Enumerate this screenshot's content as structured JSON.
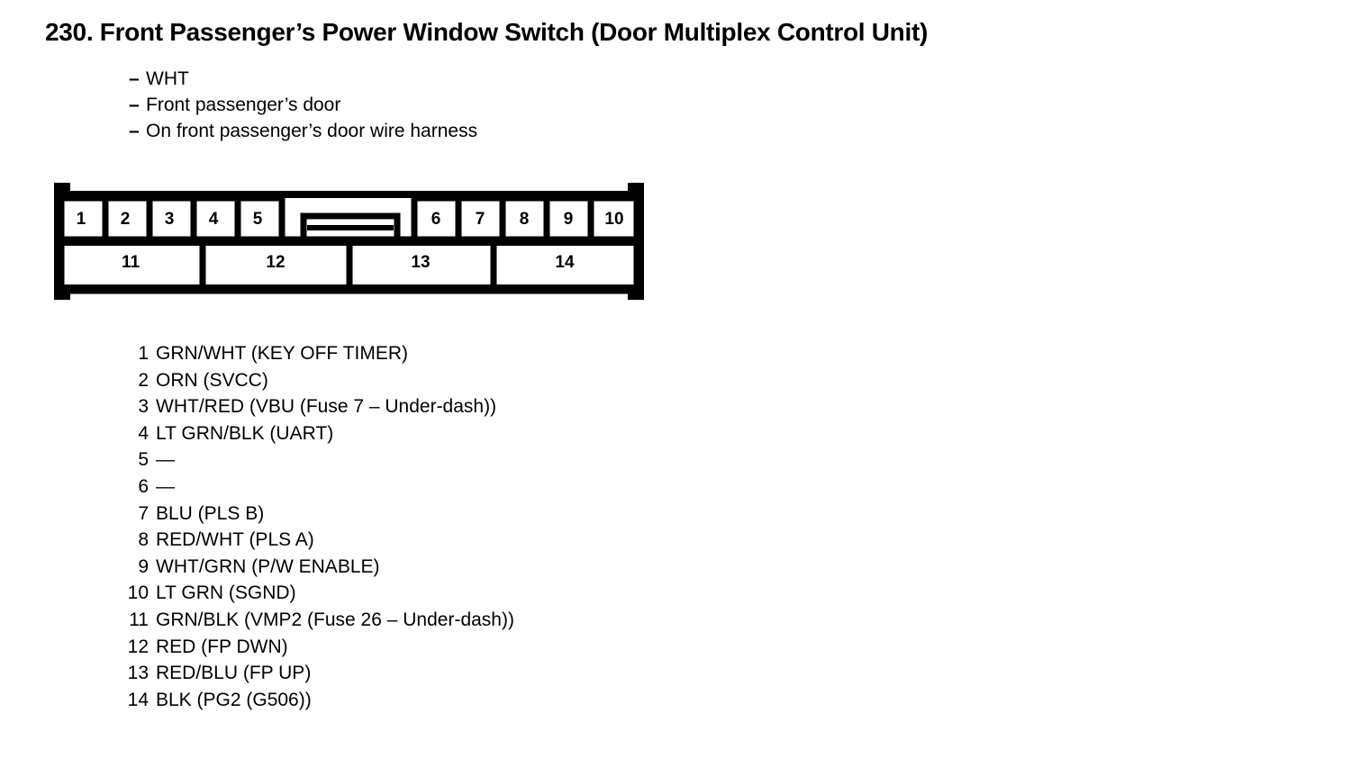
{
  "title": "230. Front Passenger’s Power Window Switch (Door Multiplex Control Unit)",
  "subtitle": {
    "dash": "–",
    "lines": [
      "WHT",
      "Front passenger’s door",
      "On front passenger’s door wire harness"
    ]
  },
  "connector": {
    "top_row": [
      "1",
      "2",
      "3",
      "4",
      "5",
      "6",
      "7",
      "8",
      "9",
      "10"
    ],
    "bottom_row": [
      "11",
      "12",
      "13",
      "14"
    ],
    "stroke_color": "#000000"
  },
  "pins": [
    {
      "num": "1",
      "desc": "GRN/WHT (KEY OFF TIMER)"
    },
    {
      "num": "2",
      "desc": "ORN (SVCC)"
    },
    {
      "num": "3",
      "desc": "WHT/RED (VBU (Fuse 7 – Under-dash))"
    },
    {
      "num": "4",
      "desc": "LT GRN/BLK (UART)"
    },
    {
      "num": "5",
      "desc": "—"
    },
    {
      "num": "6",
      "desc": "—"
    },
    {
      "num": "7",
      "desc": "BLU (PLS B)"
    },
    {
      "num": "8",
      "desc": "RED/WHT (PLS A)"
    },
    {
      "num": "9",
      "desc": "WHT/GRN (P/W ENABLE)"
    },
    {
      "num": "10",
      "desc": "LT GRN (SGND)"
    },
    {
      "num": "11",
      "desc": "GRN/BLK (VMP2 (Fuse 26 – Under-dash))"
    },
    {
      "num": "12",
      "desc": "RED (FP DWN)"
    },
    {
      "num": "13",
      "desc": "RED/BLU (FP UP)"
    },
    {
      "num": "14",
      "desc": "BLK (PG2 (G506))"
    }
  ]
}
